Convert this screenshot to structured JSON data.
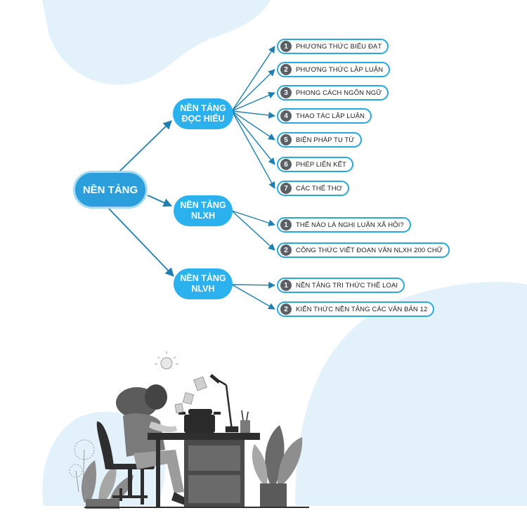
{
  "root": {
    "label": "NỀN TẢNG"
  },
  "branches": [
    {
      "line1": "NỀN TẢNG",
      "line2": "ĐỌC HIỂU",
      "items": [
        {
          "num": "1",
          "text": "PHƯƠNG THỨC BIỂU ĐẠT"
        },
        {
          "num": "2",
          "text": "PHƯƠNG THỨC LẬP LUẬN"
        },
        {
          "num": "3",
          "text": "PHONG CÁCH NGÔN NGỮ"
        },
        {
          "num": "4",
          "text": "THAO TÁC LẬP LUẬN"
        },
        {
          "num": "5",
          "text": "BIỆN PHÁP TU TỪ"
        },
        {
          "num": "6",
          "text": "PHÉP LIÊN KẾT"
        },
        {
          "num": "7",
          "text": "CÁC THỂ THƠ"
        }
      ]
    },
    {
      "line1": "NỀN TẢNG",
      "line2": "NLXH",
      "items": [
        {
          "num": "1",
          "text": "THẾ NÀO LÀ NGHỊ LUẬN XÃ HỘI?"
        },
        {
          "num": "2",
          "text": "CÔNG THỨC VIẾT ĐOẠN VĂN NLXH 200 CHỮ"
        }
      ]
    },
    {
      "line1": "NỀN TẢNG",
      "line2": "NLVH",
      "items": [
        {
          "num": "1",
          "text": "NỀN TẢNG TRI THỨC THỂ LOẠI"
        },
        {
          "num": "2",
          "text": "KIẾN THỨC NỀN TẢNG CÁC VĂN BẢN 12"
        }
      ]
    }
  ],
  "colors": {
    "accent": "#2bb2ee",
    "line": "#1e7fb0",
    "blob": "#e3f1fb",
    "badge": "#5b6066"
  },
  "illustration": {
    "subject": "woman-typing-at-typewriter-on-desk"
  }
}
